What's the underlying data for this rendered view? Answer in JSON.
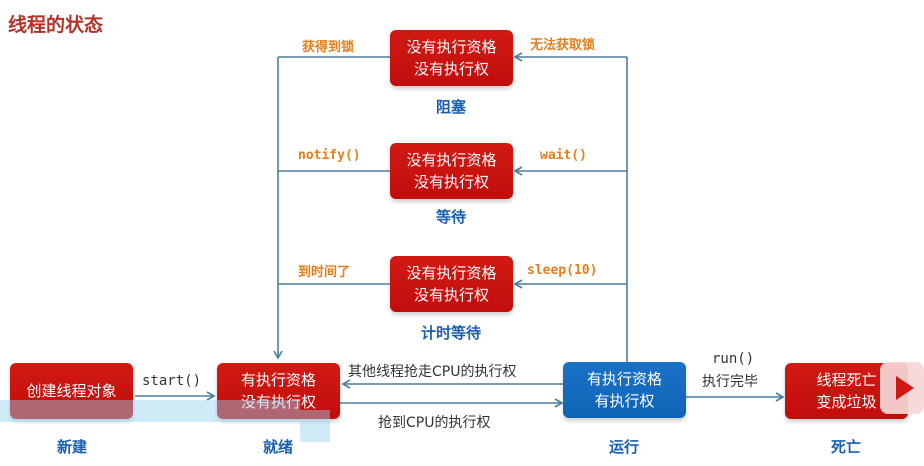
{
  "page_title": "线程的状态",
  "colors": {
    "title": "#b5322a",
    "red_box": "#c9120f",
    "blue_box": "#1268bb",
    "state_label": "#1a5fb0",
    "transition_label": "#e57f1a",
    "line": "#4a7f9c"
  },
  "states": {
    "new": {
      "box_text": "创建线程对象",
      "label": "新建"
    },
    "runnable": {
      "box_line1": "有执行资格",
      "box_line2": "没有执行权",
      "label": "就绪"
    },
    "running": {
      "box_line1": "有执行资格",
      "box_line2": "有执行权",
      "label": "运行"
    },
    "terminated": {
      "box_line1": "线程死亡",
      "box_line2": "变成垃圾",
      "label": "死亡"
    },
    "blocked": {
      "box_line1": "没有执行资格",
      "box_line2": "没有执行权",
      "label": "阻塞"
    },
    "waiting": {
      "box_line1": "没有执行资格",
      "box_line2": "没有执行权",
      "label": "等待"
    },
    "timed_waiting": {
      "box_line1": "没有执行资格",
      "box_line2": "没有执行权",
      "label": "计时等待"
    }
  },
  "transitions": {
    "start": "start()",
    "preempted": "其他线程抢走CPU的执行权",
    "got_cpu": "抢到CPU的执行权",
    "run_done_line1": "run()",
    "run_done_line2": "执行完毕",
    "lock_acquired": "获得到锁",
    "lock_failed": "无法获取锁",
    "notify": "notify()",
    "wait": "wait()",
    "time_up": "到时间了",
    "sleep": "sleep(10)"
  },
  "watermark_icon": "bilibili-tv-icon"
}
